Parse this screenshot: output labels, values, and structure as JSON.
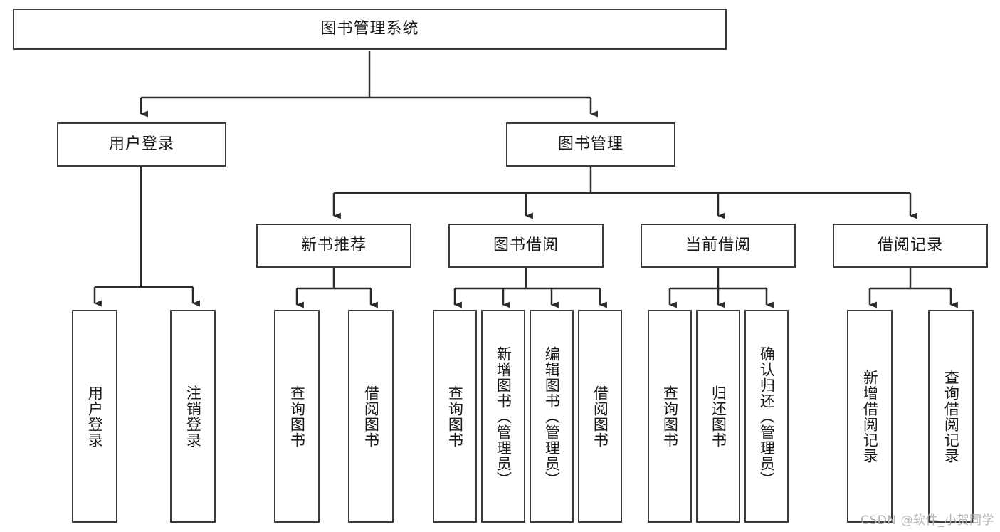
{
  "diagram": {
    "title": "图书管理系统",
    "type": "tree-hierarchy-chart",
    "root": {
      "label": "图书管理系统"
    },
    "level1": [
      {
        "label": "用户登录"
      },
      {
        "label": "图书管理"
      }
    ],
    "level2": [
      {
        "label": "新书推荐"
      },
      {
        "label": "图书借阅"
      },
      {
        "label": "当前借阅"
      },
      {
        "label": "借阅记录"
      }
    ],
    "leaves": {
      "user_login": [
        {
          "label": "用户登录"
        },
        {
          "label": "注销登录"
        }
      ],
      "new_book_recommend": [
        {
          "label": "查询图书"
        },
        {
          "label": "借阅图书"
        }
      ],
      "book_borrow": [
        {
          "label": "查询图书"
        },
        {
          "label": "新增图书（管理员）"
        },
        {
          "label": "编辑图书（管理员）"
        },
        {
          "label": "借阅图书"
        }
      ],
      "current_borrow": [
        {
          "label": "查询图书"
        },
        {
          "label": "归还图书"
        },
        {
          "label": "确认归还（管理员）"
        }
      ],
      "borrow_record": [
        {
          "label": "新增借阅记录"
        },
        {
          "label": "查询借阅记录"
        }
      ]
    }
  },
  "watermark": {
    "text": "CSDN @软件_小贺同学"
  },
  "colors": {
    "box_border": "#3b3b3b",
    "box_fill": "#ffffff",
    "connector": "#2b2b2b",
    "text": "#1a1a1a",
    "watermark": "#b4b4b4",
    "background": "#ffffff"
  }
}
